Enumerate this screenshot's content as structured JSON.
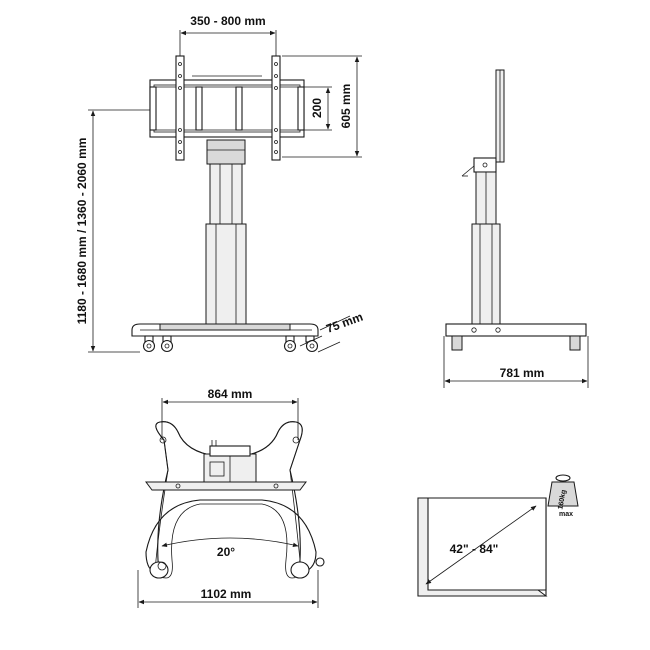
{
  "dimensions": {
    "vesa_width": "350 - 800 mm",
    "vesa_height": "200",
    "bracket_height": "605 mm",
    "total_height": "1180 - 1680 mm / 1360 - 2060 mm",
    "caster": "75 mm",
    "side_depth": "781 mm",
    "base_inner_width": "864 mm",
    "base_outer_width": "1102 mm",
    "splay_angle": "20°",
    "screen_size": "42\" - 84\""
  },
  "load_badge": {
    "weight": "160kg",
    "qualifier": "max"
  }
}
